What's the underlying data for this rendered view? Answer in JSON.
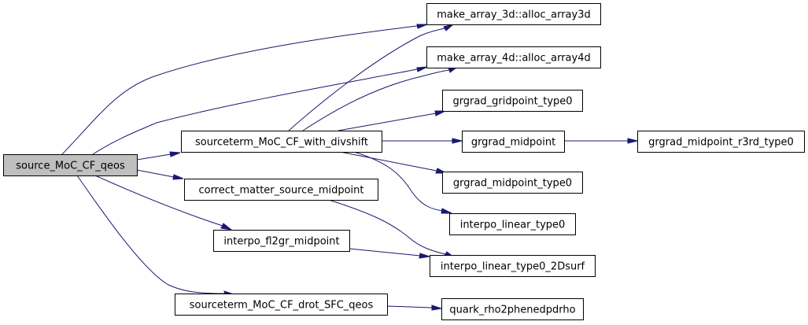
{
  "diagram": {
    "type": "call-graph",
    "colors": {
      "edge": "#191970",
      "node_border": "#000000",
      "node_fill": "#ffffff",
      "root_fill": "#bfbfbf"
    },
    "nodes": [
      {
        "id": "n0",
        "label": "source_MoC_CF_qeos"
      },
      {
        "id": "n1",
        "label": "make_array_3d::alloc_array3d"
      },
      {
        "id": "n2",
        "label": "make_array_4d::alloc_array4d"
      },
      {
        "id": "n3",
        "label": "sourceterm_MoC_CF_with_divshift"
      },
      {
        "id": "n4",
        "label": "correct_matter_source_midpoint"
      },
      {
        "id": "n5",
        "label": "interpo_linear_type0_2Dsurf"
      },
      {
        "id": "n6",
        "label": "interpo_fl2gr_midpoint"
      },
      {
        "id": "n7",
        "label": "sourceterm_MoC_CF_drot_SFC_qeos"
      },
      {
        "id": "n8",
        "label": "quark_rho2phenedpdrho"
      },
      {
        "id": "n9",
        "label": "grgrad_gridpoint_type0"
      },
      {
        "id": "n10",
        "label": "grgrad_midpoint"
      },
      {
        "id": "n11",
        "label": "grgrad_midpoint_r3rd_type0"
      },
      {
        "id": "n12",
        "label": "grgrad_midpoint_type0"
      },
      {
        "id": "n13",
        "label": "interpo_linear_type0"
      }
    ],
    "edges": [
      {
        "from": "n0",
        "to": "n1"
      },
      {
        "from": "n0",
        "to": "n2"
      },
      {
        "from": "n0",
        "to": "n3"
      },
      {
        "from": "n0",
        "to": "n4"
      },
      {
        "from": "n0",
        "to": "n6"
      },
      {
        "from": "n0",
        "to": "n7"
      },
      {
        "from": "n3",
        "to": "n1"
      },
      {
        "from": "n3",
        "to": "n2"
      },
      {
        "from": "n3",
        "to": "n9"
      },
      {
        "from": "n3",
        "to": "n10"
      },
      {
        "from": "n3",
        "to": "n12"
      },
      {
        "from": "n3",
        "to": "n13"
      },
      {
        "from": "n4",
        "to": "n5"
      },
      {
        "from": "n6",
        "to": "n5"
      },
      {
        "from": "n7",
        "to": "n8"
      },
      {
        "from": "n10",
        "to": "n11"
      }
    ]
  }
}
